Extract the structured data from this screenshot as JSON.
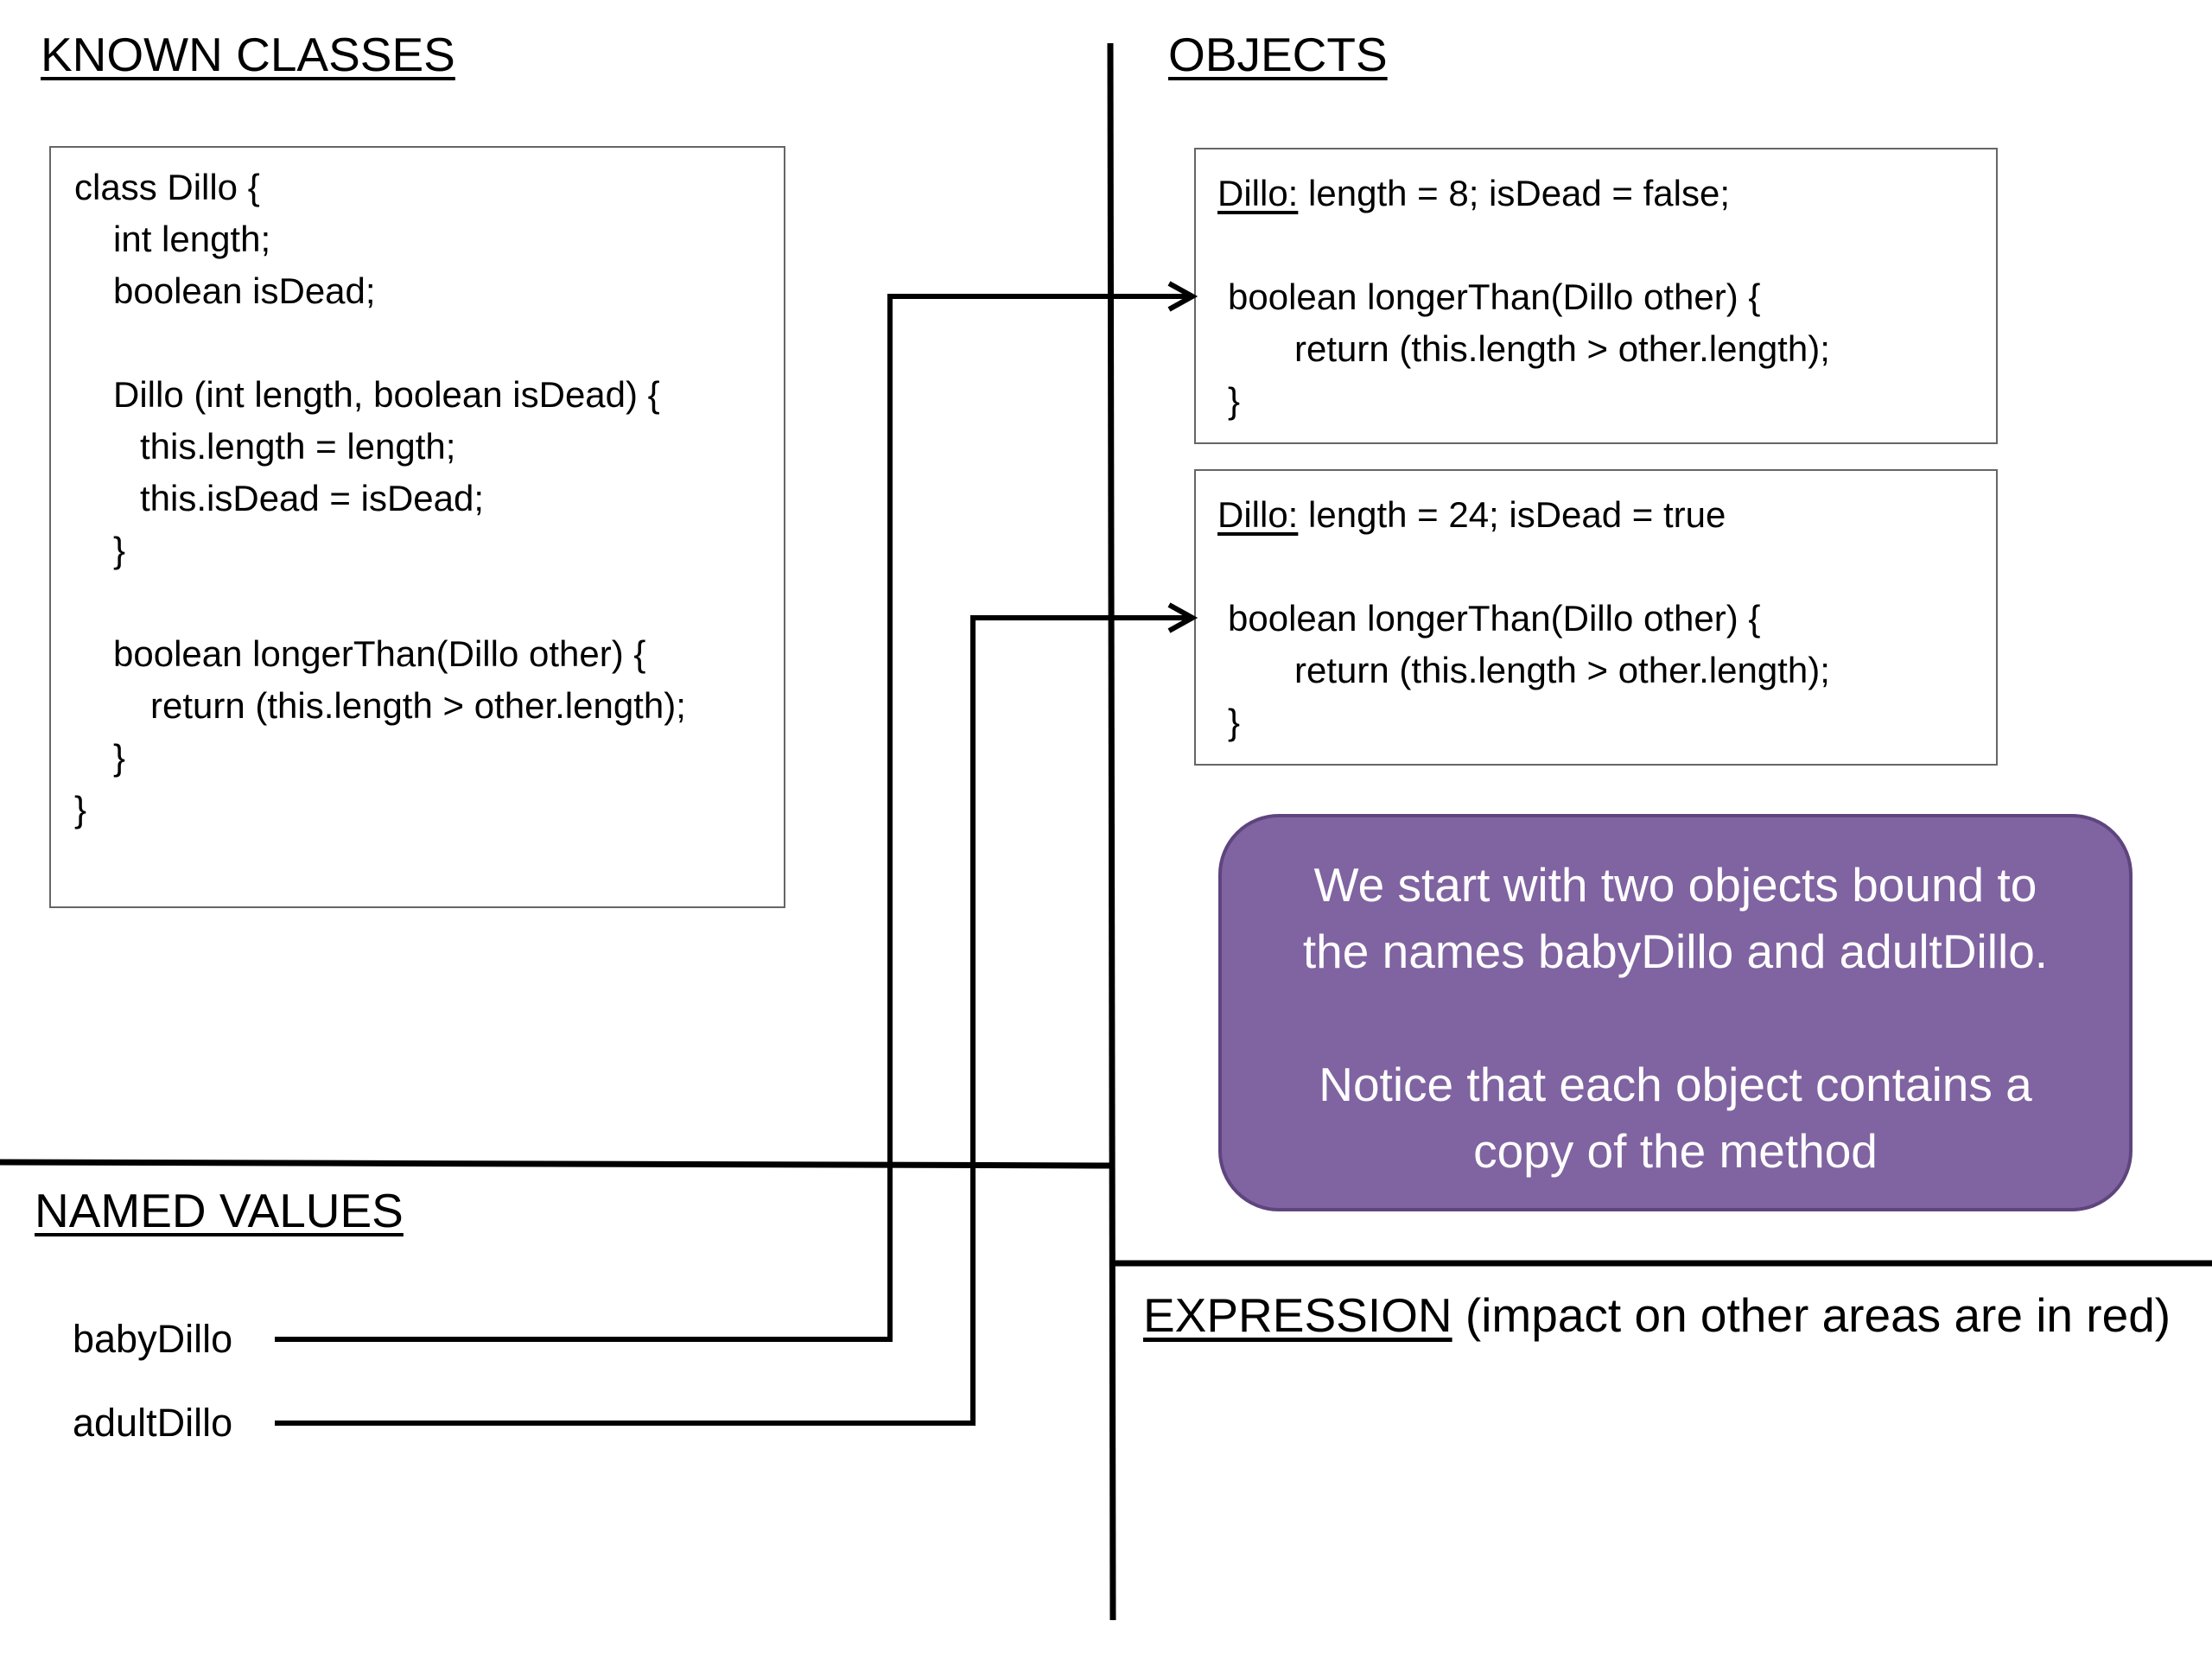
{
  "headings": {
    "known_classes": "KNOWN CLASSES",
    "objects": "OBJECTS",
    "named_values": "NAMED VALUES",
    "expression": "EXPRESSION",
    "expression_note": "(impact on other areas are in red)"
  },
  "class_code": [
    "class Dillo {",
    "int length;",
    "boolean isDead;",
    "Dillo (int length, boolean isDead) {",
    "this.length = length;",
    "this.isDead = isDead;",
    "}",
    "boolean longerThan(Dillo other) {",
    "return (this.length > other.length);",
    "}",
    "}"
  ],
  "objects": [
    {
      "label": "Dillo:",
      "fields": "length = 8; isDead = false;",
      "method_sig": "boolean longerThan(Dillo other) {",
      "method_body": "return (this.length > other.length);",
      "method_close": "}"
    },
    {
      "label": "Dillo:",
      "fields": "length = 24; isDead = true",
      "method_sig": "boolean longerThan(Dillo other) {",
      "method_body": "return (this.length > other.length);",
      "method_close": "}"
    }
  ],
  "note": {
    "line1": "We start with two objects bound to",
    "line2": "the names babyDillo and adultDillo.",
    "line3": "Notice that each object contains a",
    "line4": "copy of the method"
  },
  "named_values": [
    "babyDillo",
    "adultDillo"
  ],
  "colors": {
    "note_fill": "#8063a1",
    "note_border": "#5e457e",
    "box_border": "#666666"
  }
}
